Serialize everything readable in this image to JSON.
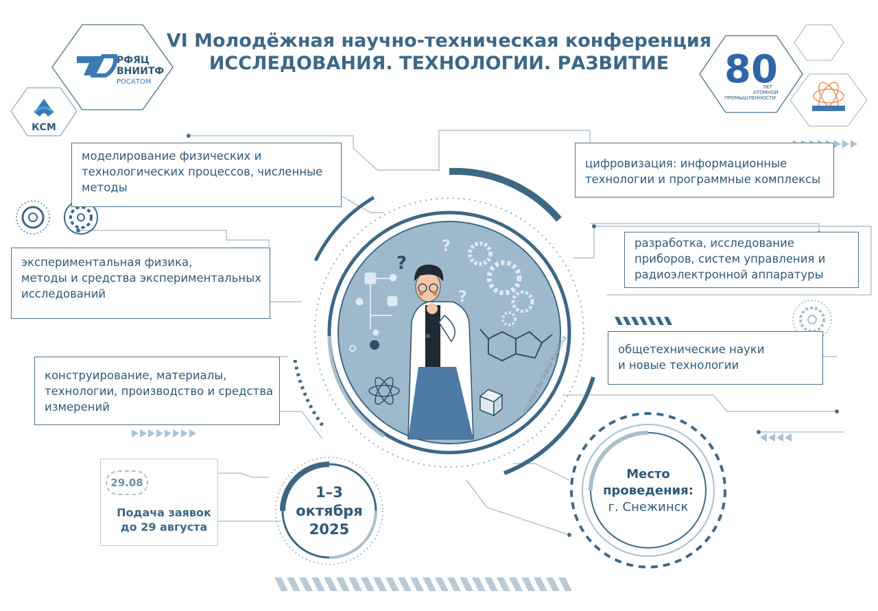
{
  "header": {
    "line1": "VI Молодёжная научно-техническая конференция",
    "line2": "ИССЛЕДОВАНИЯ. ТЕХНОЛОГИИ. РАЗВИТИЕ"
  },
  "logos": {
    "vniitf": {
      "line1": "РФЯЦ",
      "line2": "ВНИИТФ",
      "line3": "РОСАТОМ"
    },
    "ksm": "КСМ",
    "anniversary": {
      "number": "80",
      "line1": "ЛЕТ",
      "line2": "АТОМНОЙ",
      "line3": "ПРОМЫШЛЕННОСТИ"
    }
  },
  "topics": {
    "modeling": [
      "моделирование физических и",
      "технологических процессов, численные",
      "методы"
    ],
    "experimental": [
      "экспериментальная физика,",
      "методы и средства экспериментальных",
      "исследований"
    ],
    "construction": [
      "конструирование, материалы,",
      "технологии, производство и средства",
      "измерений"
    ],
    "digital": [
      "цифровизация: информационные",
      "технологии и программные комплексы"
    ],
    "devices": [
      "разработка, исследование",
      "приборов, систем управления и",
      "радиоэлектронной аппаратуры"
    ],
    "general": [
      "общетехнические науки",
      "и новые технологии"
    ]
  },
  "deadline": {
    "pill": "29.08",
    "line1": "Подача заявок",
    "line2": "до 29 августа"
  },
  "dates": [
    "1–3",
    "октября",
    "2025"
  ],
  "venue": {
    "line1": "Место",
    "line2": "проведения:",
    "line3": "г. Снежинск"
  },
  "credit": "created by Daria Kapilina",
  "colors": {
    "primary": "#3c6885",
    "dark": "#2f5977",
    "light": "#a9bfcc",
    "circle_bg": "#9fb9cc",
    "accent": "#e07a3a"
  }
}
